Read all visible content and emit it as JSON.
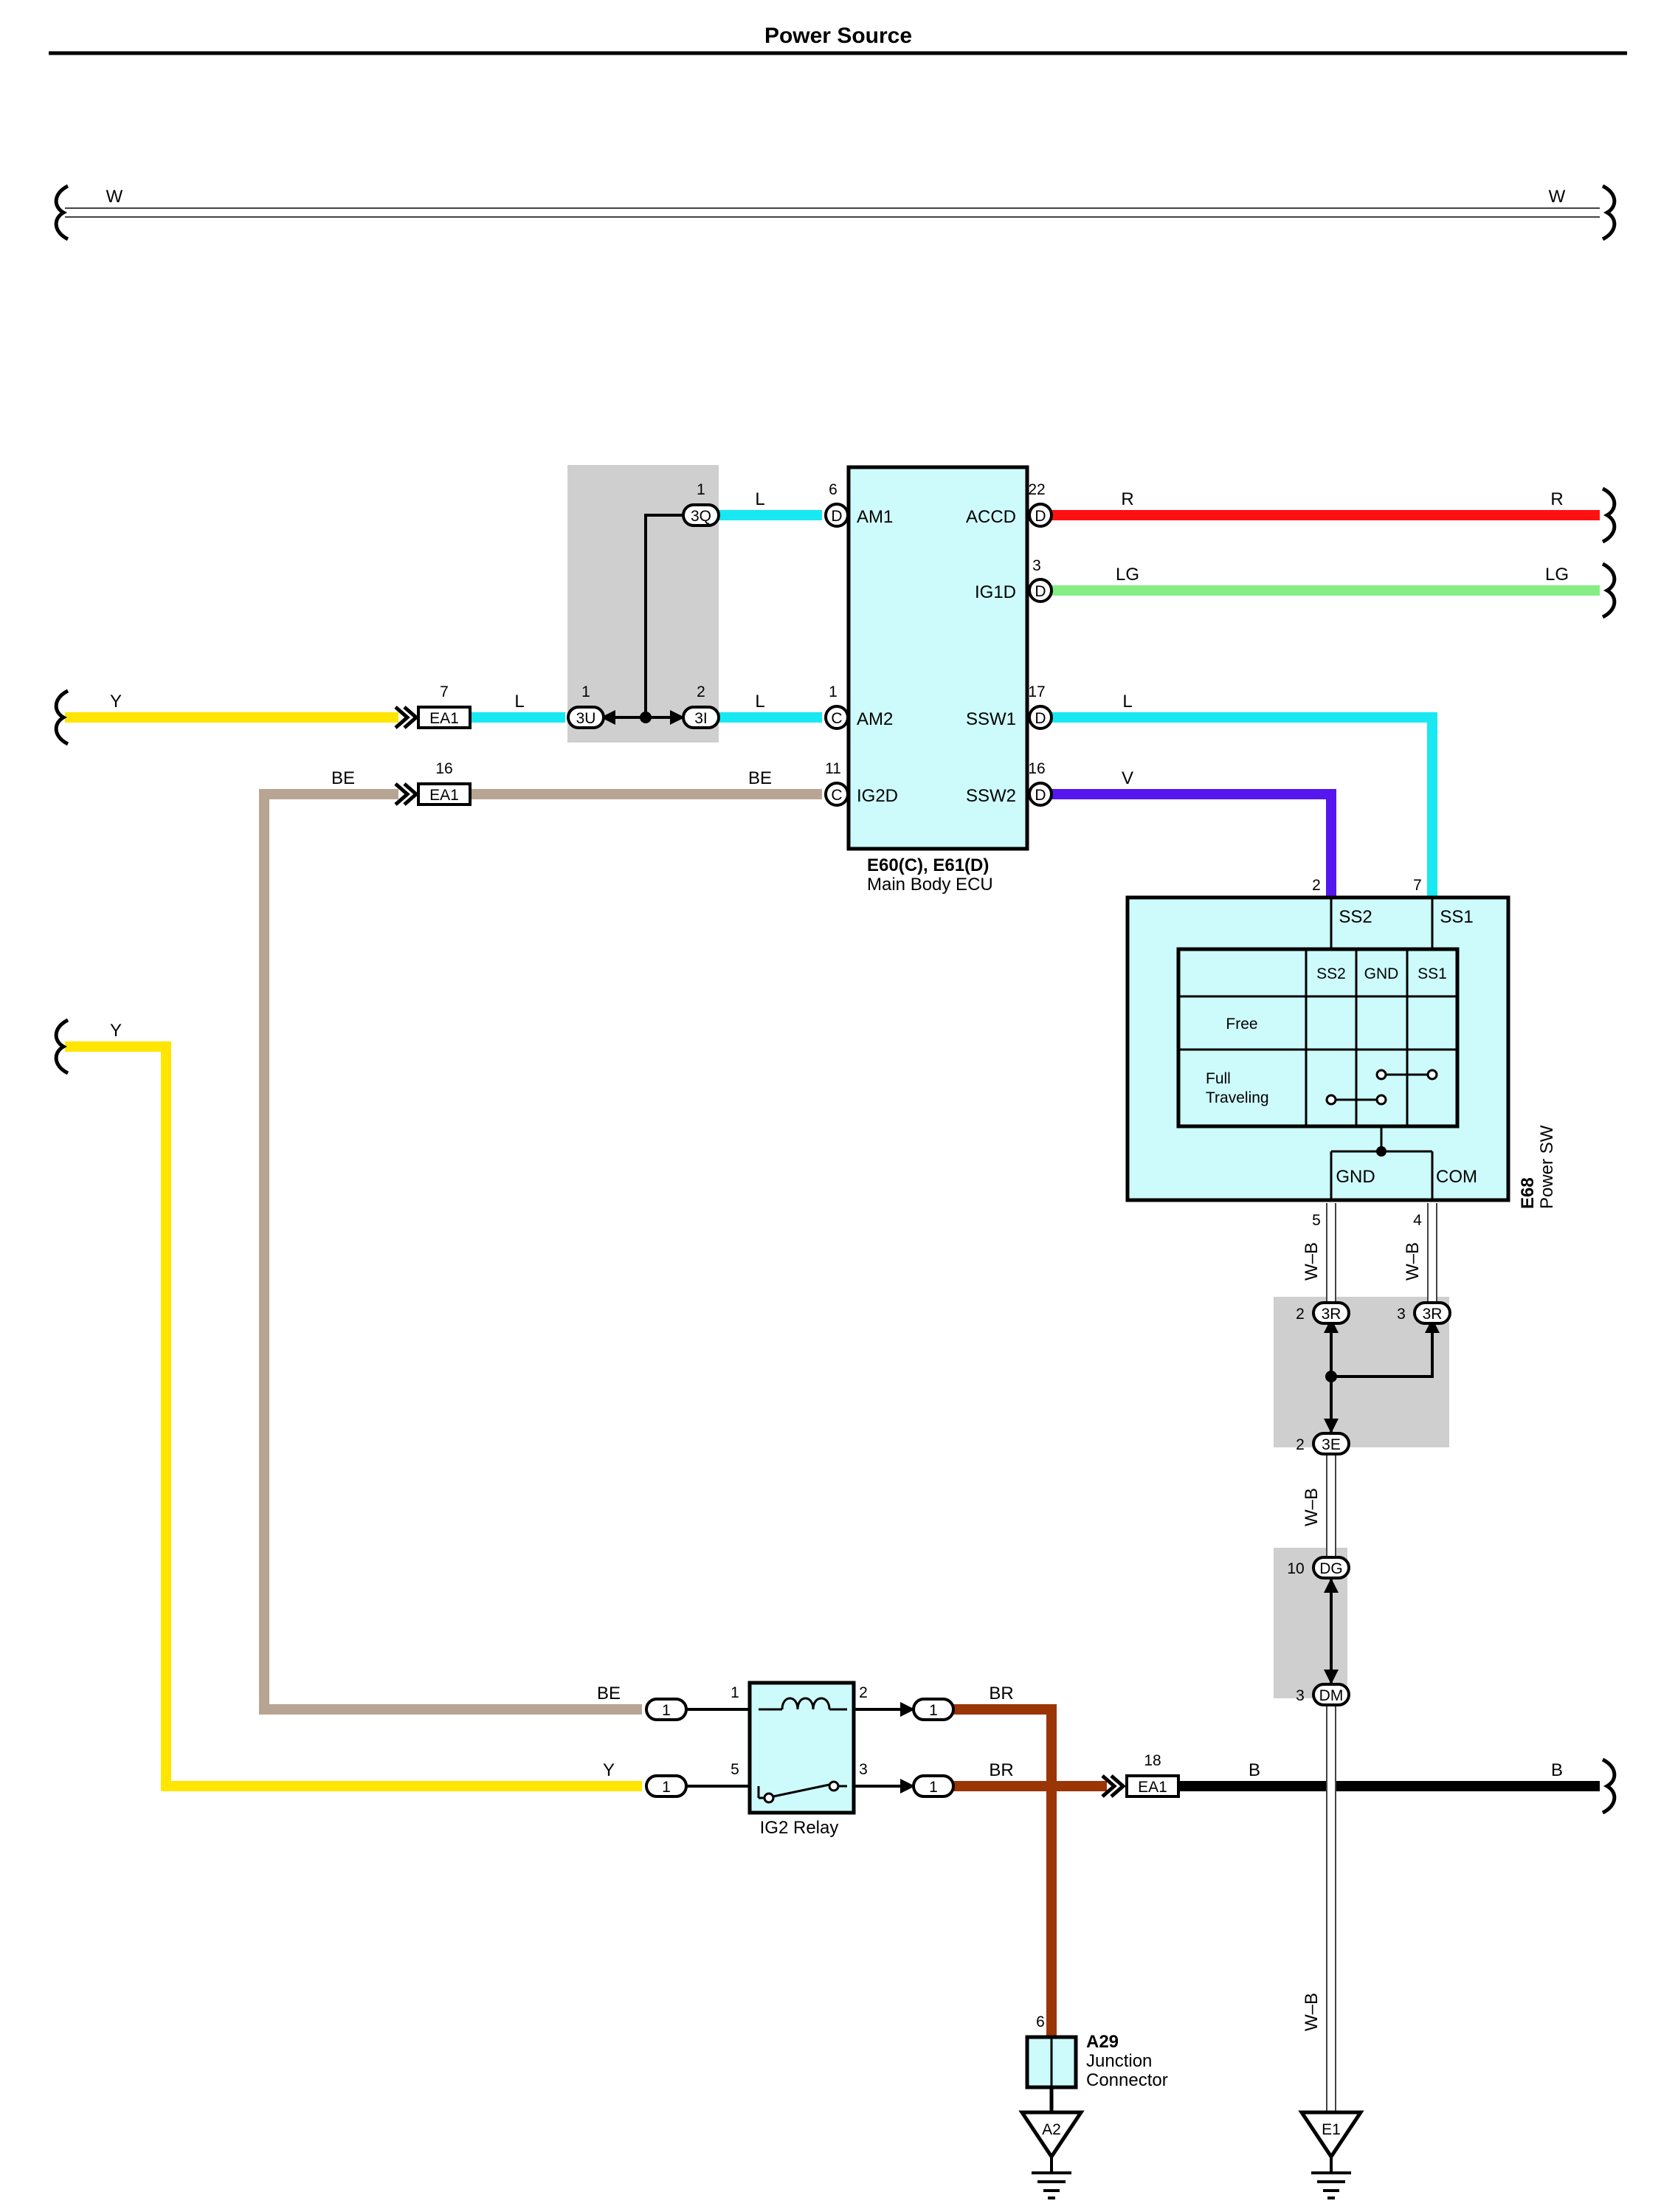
{
  "title": "Power Source",
  "colors": {
    "W": "#ffffff",
    "Y": "#ffe500",
    "BE": "#b8a493",
    "L": "#18e8f2",
    "R": "#ff1111",
    "LG": "#84ee84",
    "V": "#5517ee",
    "BR": "#9a3506",
    "B": "#000000",
    "WB": "#ffffff",
    "shade": "#cfcfcf",
    "component": "#cdfafa"
  },
  "wires": {
    "W": "W",
    "Y": "Y",
    "BE": "BE",
    "L": "L",
    "R": "R",
    "LG": "LG",
    "V": "V",
    "BR": "BR",
    "B": "B",
    "WB": "W–B"
  },
  "connectors": {
    "ea1": "EA1",
    "c3q": "3Q",
    "c3u": "3U",
    "c3i": "3I",
    "c3r": "3R",
    "c3e": "3E",
    "cdg": "DG",
    "cdm": "DM",
    "d": "D",
    "c": "C",
    "one": "1"
  },
  "pins": {
    "p1": "1",
    "p2": "2",
    "p3": "3",
    "p4": "4",
    "p5": "5",
    "p6": "6",
    "p7": "7",
    "p10": "10",
    "p11": "11",
    "p16": "16",
    "p17": "17",
    "p18": "18",
    "p22": "22"
  },
  "ecu": {
    "code": "E60(C), E61(D)",
    "name": "Main Body ECU",
    "terminals": {
      "am1": "AM1",
      "am2": "AM2",
      "ig2d": "IG2D",
      "accd": "ACCD",
      "ig1d": "IG1D",
      "ssw1": "SSW1",
      "ssw2": "SSW2"
    }
  },
  "power_sw": {
    "code": "E68",
    "name": "Power SW",
    "terminals": {
      "ss2": "SS2",
      "ss1": "SS1",
      "gnd": "GND",
      "com": "COM"
    },
    "table": {
      "headers": [
        "SS2",
        "GND",
        "SS1"
      ],
      "rows": [
        "Free",
        "Full",
        "Traveling"
      ]
    }
  },
  "ig2_relay": {
    "name": "IG2 Relay"
  },
  "junction": {
    "code": "A29",
    "line1": "Junction",
    "line2": "Connector"
  },
  "grounds": {
    "a2": "A2",
    "e1": "E1"
  }
}
